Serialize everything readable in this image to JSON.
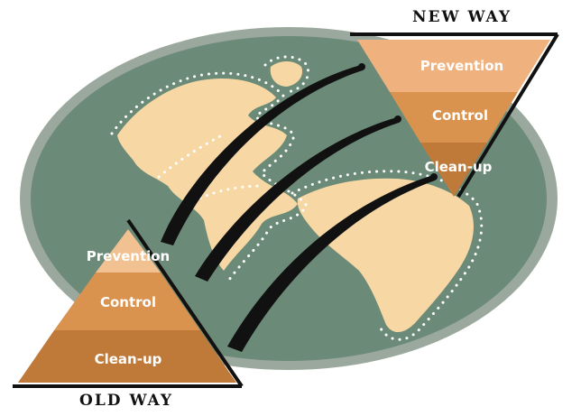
{
  "new_way": {
    "title": "NEW WAY",
    "tiers": [
      "Prevention",
      "Control",
      "Clean-up"
    ]
  },
  "old_way": {
    "title": "OLD WAY",
    "tiers": [
      "Prevention",
      "Control",
      "Clean-up"
    ]
  },
  "colors": {
    "ocean": "#6b8a78",
    "globe_ring": "#9aa89d",
    "land": "#f7d8a5",
    "tier_light": "#efb27e",
    "tier_mid": "#d9934f",
    "tier_dark": "#bf7a3a",
    "arrow": "#111111"
  }
}
